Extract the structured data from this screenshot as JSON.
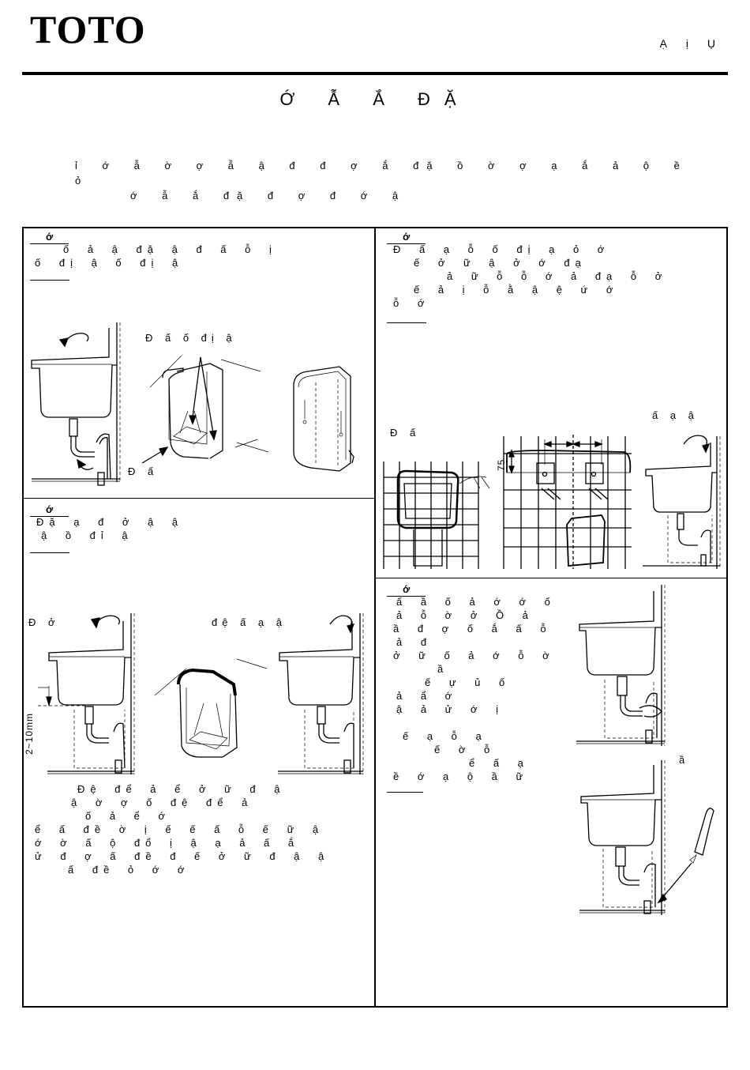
{
  "header": {
    "logo": "TOTO",
    "doc_type": "Ạ ị Ụ",
    "title": "Ớ Ẫ Ắ ĐẶ"
  },
  "intro": {
    "line1": "ỉ ớ ẫ ờ ợ ẫ ậ đ đ ợ ắ đặ ồ ờ ợ ạ ắ ả ộ ề ỏ",
    "line2": "ớ ẫ ắ đặ đ ợ đ ớ ậ"
  },
  "sections": {
    "s1": {
      "label": "ớ",
      "line1": "ố ả ậ đặ ậ đ ấ ỗ ị",
      "line2": "ố đị ậ ố đị ậ",
      "caption_top": "Đ ấ ố đị ậ",
      "caption_bottom": "Đ ấ"
    },
    "s2": {
      "label": "ớ",
      "line1": "Đặ ạ đ ở ậ ậ",
      "line2": "ậ ồ đỉ ậ",
      "caption_left": "Đ ở",
      "caption_right": "đệ ấ ạ ậ",
      "dim_label": "2~10mm",
      "para": [
        "Đệ để ả ể ở ữ đ ậ",
        "ậ ờ ợ ố đệ để ả",
        "ố ả ể ớ",
        "ể ấ đề ờ ị ế ế ấ ỗ ế ữ ậ",
        "ớ ờ ấ ộ đổ ị ậ ạ ả ấ ắ",
        "ử đ ợ ấ đề đ ế ở ữ đ ậ ậ",
        "ấ đề ỏ ớ ớ"
      ]
    },
    "s3": {
      "label": "ớ",
      "lines": [
        "Đ ấ ạ ỗ ố đị ạ ỏ ớ",
        "ế ở ữ ậ ở ớ đạ",
        "ả ữ ỗ ỗ ớ ả đạ ỗ ở",
        "ế ả ị ỗ ằ ậ ệ ứ ớ",
        "ỗ ớ"
      ],
      "caption_right": "ấ ạ ậ",
      "caption_left": "Đ ấ",
      "dim_label": "75"
    },
    "s4": {
      "label": "ớ",
      "lines": [
        "ấ ầ ố ả ớ ớ ố",
        "ả ỗ ờ ở Ồ ả",
        "ầ đ ợ ố ắ ấ ỗ",
        "ả đ",
        "ở ữ ố ả ớ ỗ ờ",
        "ầ",
        "ế ự ủ ố",
        "ả ẩ ớ",
        "ậ ả ử ớ ị",
        "",
        "ế ạ ỗ ạ",
        "ế ờ ỗ",
        "ể ấ ạ",
        "ề ớ ạ ộ ầ ữ"
      ],
      "side_note": "ầ"
    }
  }
}
